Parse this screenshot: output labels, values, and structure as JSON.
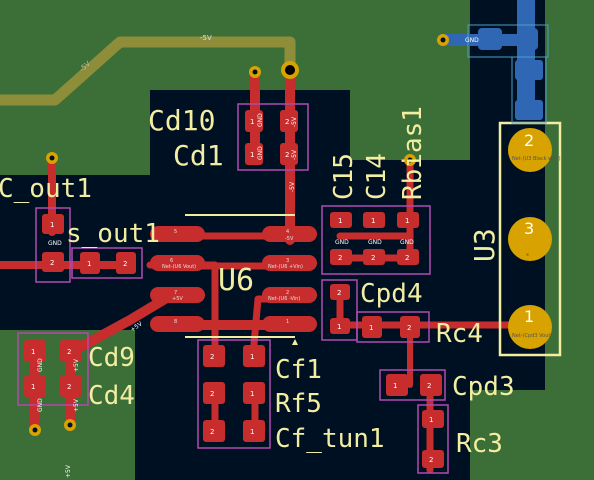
{
  "refs": {
    "Cd10": "Cd10",
    "Cd1": "Cd1",
    "C_out1": "C_out1",
    "s_out1": "s_out1",
    "U6": "U6",
    "Cpd4": "Cpd4",
    "Rc4": "Rc4",
    "Cd9": "Cd9",
    "Cd4": "Cd4",
    "Cf1": "Cf1",
    "Rf5": "Rf5",
    "Cf_tun1": "Cf_tun1",
    "Cpd3": "Cpd3",
    "Rc3": "Rc3",
    "C15": "C15",
    "C14": "C14",
    "Rbias1": "Rbias1",
    "U3": "U3"
  },
  "nets": [
    "-5V",
    "+5V",
    "GND",
    "Net-(U6 Vout)",
    "Net-(U6 +Vin)",
    "Net-(U6 -Vin)",
    "Net-(U3 Black wire)",
    "Net-(Cpd3 Vout)"
  ],
  "colors": {
    "background": "#001023",
    "pour": "#3c6e37",
    "front_copper": "#c82d2d",
    "back_copper": "#2f67b4",
    "silkscreen": "#f2eda1",
    "courtyard": "#b04ab0",
    "via": "#d8a200"
  }
}
